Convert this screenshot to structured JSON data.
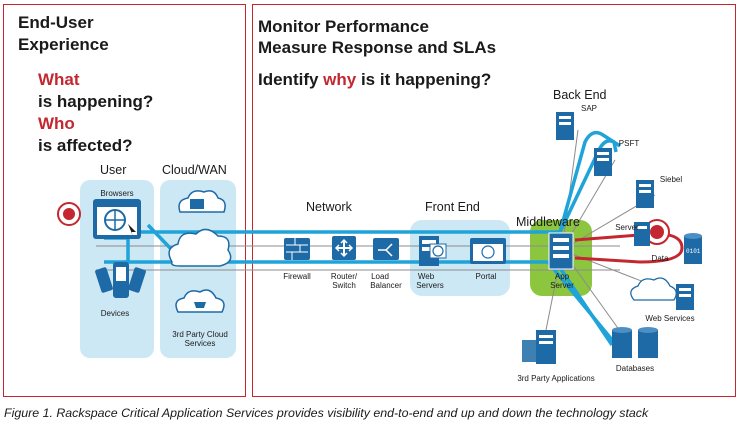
{
  "left_panel": {
    "title_line1": "End-User",
    "title_line2": "Experience",
    "what": "What",
    "what_rest": "is happening?",
    "who": "Who",
    "who_rest": "is affected?"
  },
  "right_panel": {
    "title_line1": "Monitor Performance",
    "title_line2": "Measure Response and SLAs",
    "identify_prefix": "Identify ",
    "identify_why": "why",
    "identify_suffix": " is it happening?"
  },
  "sections": {
    "user": "User",
    "cloud_wan": "Cloud/WAN",
    "network": "Network",
    "front_end": "Front End",
    "middleware": "Middleware",
    "back_end": "Back End"
  },
  "labels": {
    "browsers": "Browsers",
    "devices": "Devices",
    "third_party_cloud_1": "3rd Party Cloud",
    "third_party_cloud_2": "Services",
    "firewall": "Firewall",
    "router_1": "Router/",
    "router_2": "Switch",
    "lb_1": "Load",
    "lb_2": "Balancer",
    "web_1": "Web",
    "web_2": "Servers",
    "portal": "Portal",
    "app_1": "App",
    "app_2": "Server",
    "sap": "SAP",
    "psft": "PSFT",
    "siebel": "Siebel",
    "server": "Server",
    "data": "Data",
    "web_services": "Web Services",
    "databases": "Databases",
    "third_party_apps": "3rd Party Applications"
  },
  "colors": {
    "accent_red": "#c4272f",
    "flow_blue": "#1fa3d9",
    "zone_blue": "#cde8f5",
    "middleware_green": "#8cc63f",
    "icon_blue": "#1d6aa6"
  },
  "caption": "Figure 1. Rackspace Critical Application Services provides visibility end-to-end and up and down the technology stack"
}
